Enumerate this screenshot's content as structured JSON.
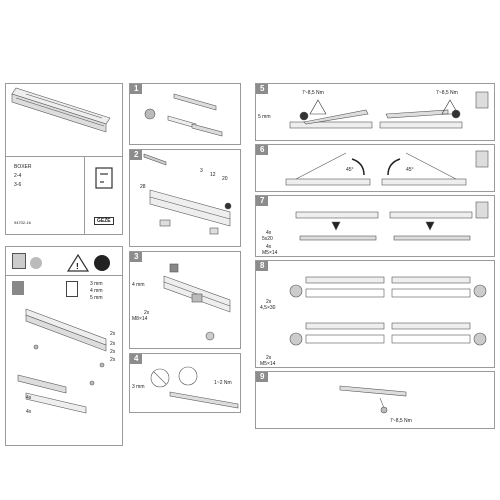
{
  "cover": {
    "model": "BOXER",
    "sizes": [
      "2-4",
      "3-6"
    ],
    "doc_code": "94702-16",
    "brand_logo": "GEZE"
  },
  "steps": {
    "s1": {
      "number": "1"
    },
    "s2": {
      "number": "2",
      "dims": [
        "3",
        "12",
        "20",
        "28"
      ]
    },
    "s3": {
      "number": "3",
      "length": "4 mm",
      "screws": [
        "2x",
        "M8×14"
      ]
    },
    "s4": {
      "number": "4",
      "length": "3 mm",
      "torque": "1~2 Nm"
    },
    "s5": {
      "number": "5",
      "torque_left": "7~8,5 Nm",
      "torque_right": "7~8,5 Nm",
      "length": "5 mm"
    },
    "s6": {
      "number": "6",
      "angle_left": "45°",
      "angle_right": "45°"
    },
    "s7": {
      "number": "7",
      "screws_a": [
        "4x",
        "5x20"
      ],
      "screws_b": [
        "4x",
        "M5×14"
      ]
    },
    "s8": {
      "number": "8",
      "screws_a": [
        "2x",
        "4,5×30"
      ],
      "screws_b": [
        "2x",
        "M5×14"
      ]
    },
    "s9": {
      "number": "9",
      "torque": "7~8,5 Nm"
    }
  },
  "tools": {
    "hex_sizes": [
      "3 mm",
      "4 mm",
      "5 mm"
    ]
  },
  "parts": {
    "counts": [
      "2x",
      "2x",
      "2x",
      "2x",
      "4x",
      "4x"
    ]
  },
  "colors": {
    "panel_border": "#9a9a9a",
    "step_tab": "#8c8c8c",
    "line": "#555555"
  }
}
